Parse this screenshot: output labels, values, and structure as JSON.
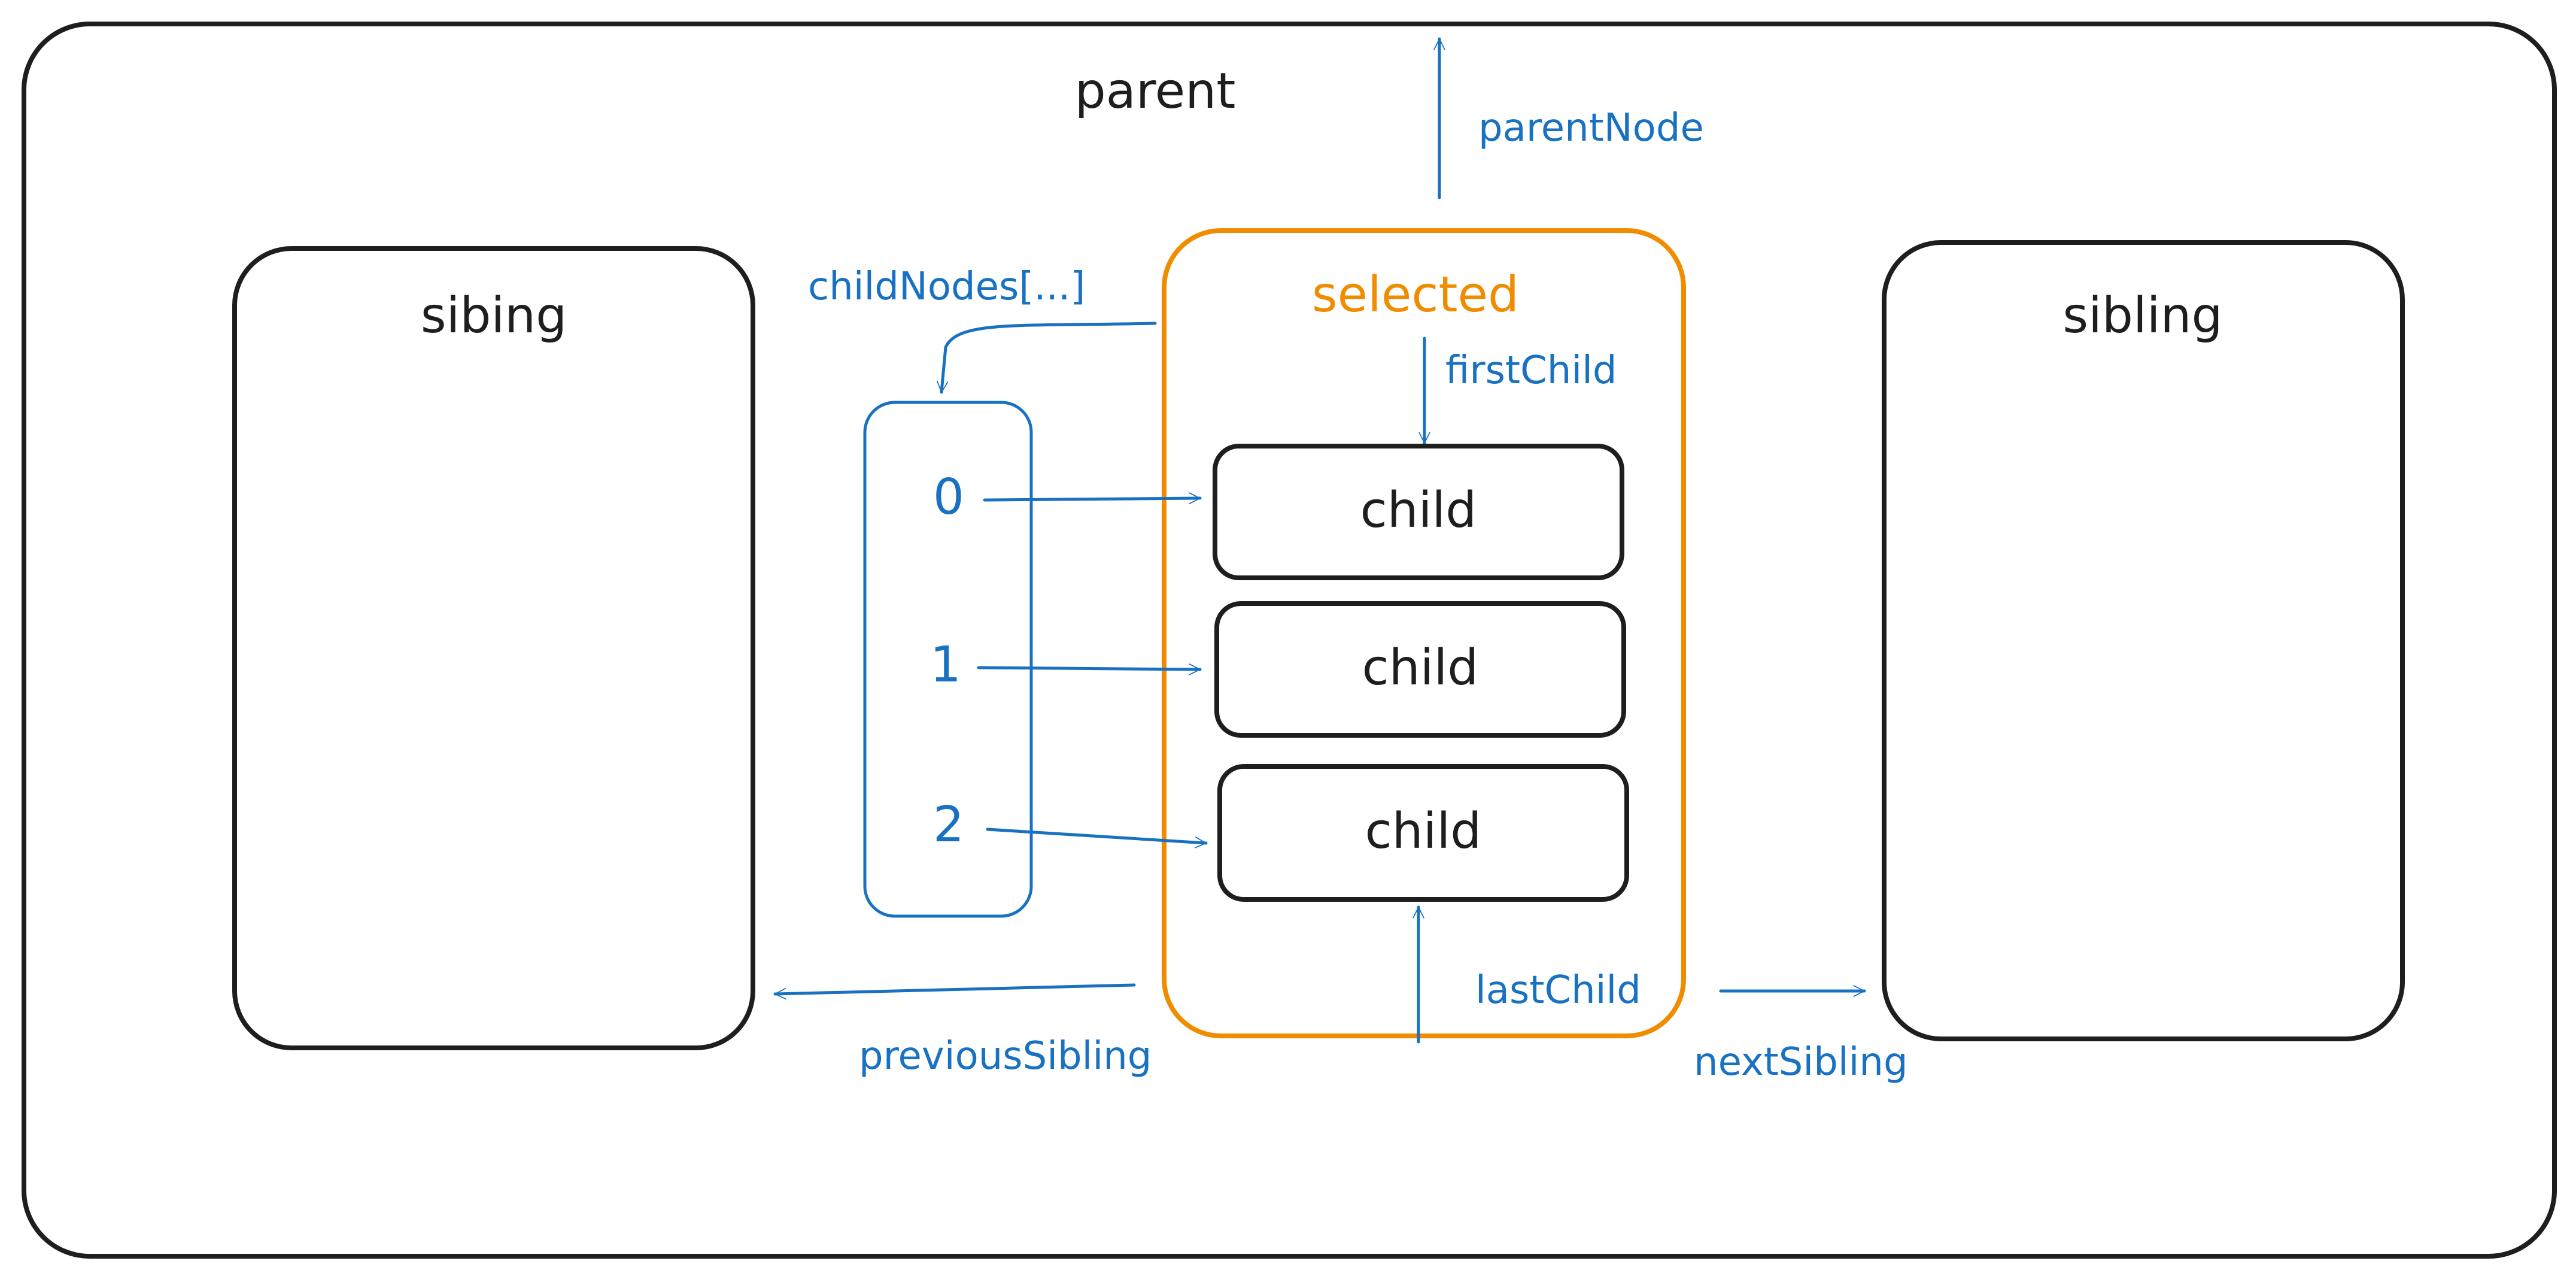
{
  "parent": {
    "label": "parent"
  },
  "parent_node": {
    "label": "parentNode"
  },
  "siblings": {
    "left_label": "sibing",
    "right_label": "sibling",
    "previous_label": "previousSibling",
    "next_label": "nextSibling"
  },
  "selected": {
    "label": "selected",
    "first_child_label": "firstChild",
    "last_child_label": "lastChild"
  },
  "child_nodes": {
    "label": "childNodes[...]",
    "indices": [
      "0",
      "1",
      "2"
    ]
  },
  "children": [
    {
      "label": "child"
    },
    {
      "label": "child"
    },
    {
      "label": "child"
    }
  ],
  "colors": {
    "ink": "#1e1e1e",
    "link": "#1971c2",
    "selected": "#f08c00"
  }
}
